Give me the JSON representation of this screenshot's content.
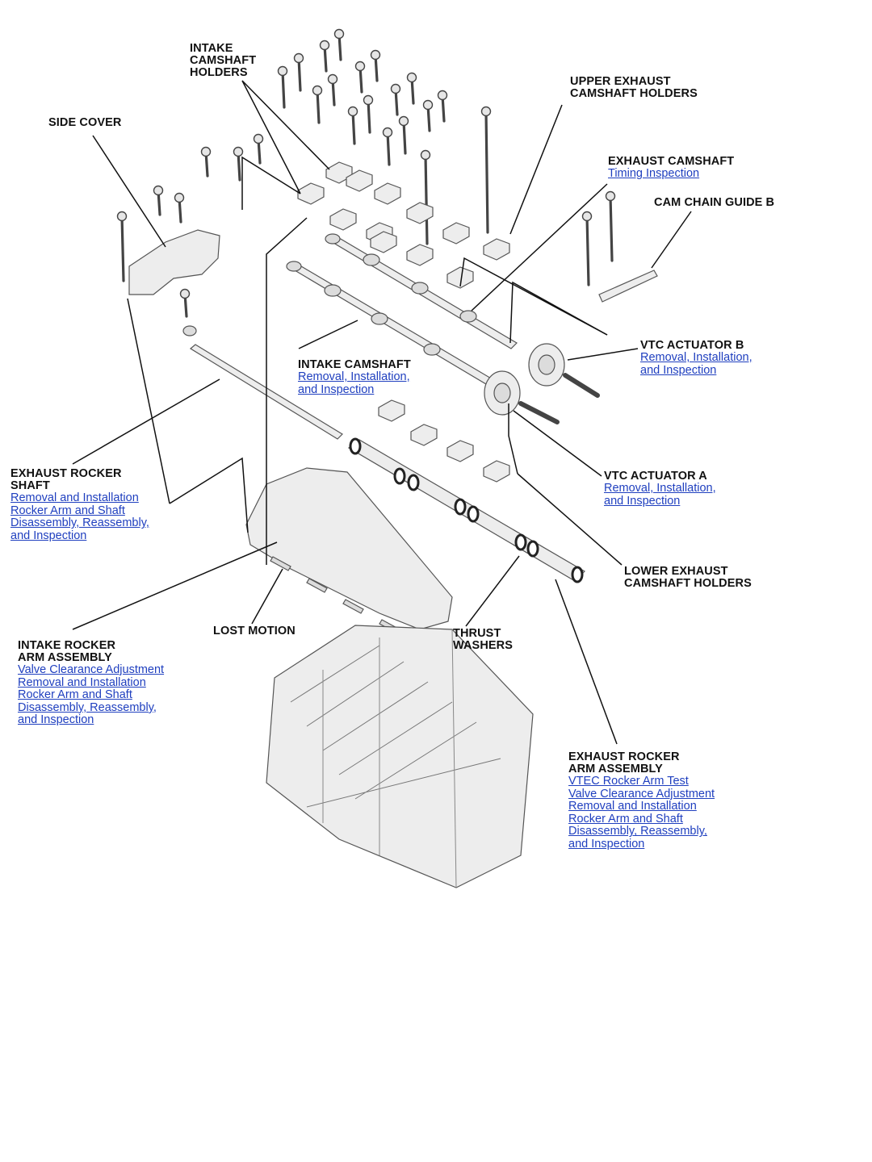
{
  "callouts": {
    "intake_camshaft_holders": {
      "title": "INTAKE\nCAMSHAFT\nHOLDERS"
    },
    "side_cover": {
      "title": "SIDE COVER"
    },
    "upper_exhaust_camshaft_holders": {
      "title": "UPPER EXHAUST\nCAMSHAFT HOLDERS"
    },
    "exhaust_camshaft": {
      "title": "EXHAUST CAMSHAFT",
      "links": [
        "Timing Inspection"
      ]
    },
    "cam_chain_guide_b": {
      "title": "CAM CHAIN GUIDE B"
    },
    "vtc_actuator_b": {
      "title": "VTC ACTUATOR B",
      "links": [
        "Removal, Installation,\nand Inspection"
      ]
    },
    "intake_camshaft": {
      "title": "INTAKE CAMSHAFT",
      "links": [
        "Removal, Installation,\nand Inspection"
      ]
    },
    "exhaust_rocker_shaft": {
      "title": "EXHAUST ROCKER\nSHAFT",
      "links": [
        "Removal and Installation",
        "Rocker Arm and Shaft\nDisassembly, Reassembly,\nand Inspection"
      ]
    },
    "vtc_actuator_a": {
      "title": "VTC ACTUATOR A",
      "links": [
        "Removal, Installation,\nand Inspection"
      ]
    },
    "lower_exhaust_camshaft_holders": {
      "title": "LOWER EXHAUST\nCAMSHAFT HOLDERS"
    },
    "lost_motion": {
      "title": "LOST MOTION"
    },
    "thrust_washers": {
      "title": "THRUST\nWASHERS"
    },
    "intake_rocker_arm_assembly": {
      "title": "INTAKE ROCKER\nARM ASSEMBLY",
      "links": [
        "Valve Clearance Adjustment",
        "Removal and Installation",
        "Rocker Arm and Shaft\nDisassembly, Reassembly,\nand Inspection"
      ]
    },
    "exhaust_rocker_arm_assembly": {
      "title": "EXHAUST ROCKER\nARM ASSEMBLY",
      "links": [
        "VTEC Rocker Arm Test",
        "Valve Clearance Adjustment",
        "Removal and Installation",
        "Rocker Arm and Shaft\nDisassembly, Reassembly,\nand Inspection"
      ]
    }
  },
  "colors": {
    "link": "#1f3fbf",
    "text": "#111111",
    "part_fill": "#ededed",
    "outline": "#555555"
  }
}
